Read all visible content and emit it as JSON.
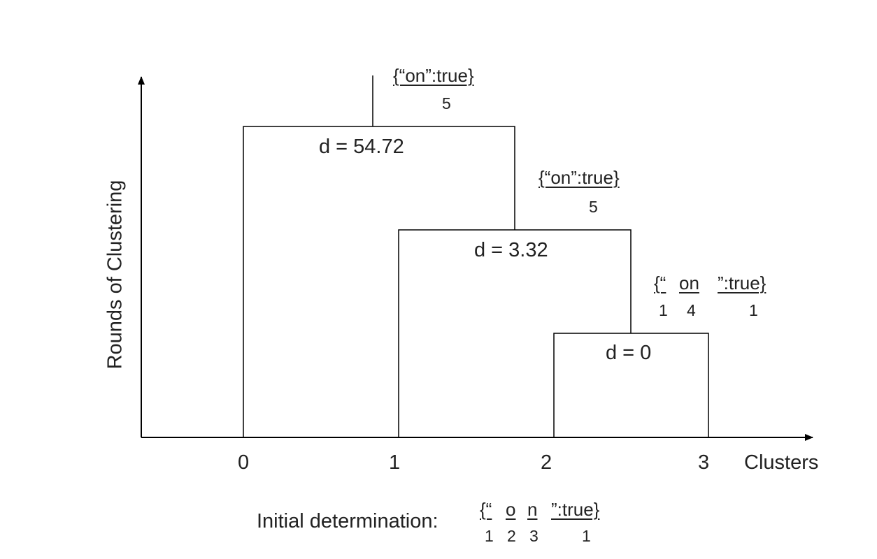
{
  "axes": {
    "y_label": "Rounds of Clustering",
    "x_label": "Clusters",
    "x_ticks": [
      "0",
      "1",
      "2",
      "3"
    ]
  },
  "merges": [
    {
      "distance_label": "d = 54.72",
      "string_parts": [
        {
          "text": "{“on”:true}",
          "count": "5"
        }
      ]
    },
    {
      "distance_label": "d = 3.32",
      "string_parts": [
        {
          "text": "{“on”:true}",
          "count": "5"
        }
      ]
    },
    {
      "distance_label": "d = 0",
      "string_parts": [
        {
          "text": "{“",
          "count": "1"
        },
        {
          "text": "on",
          "count": "4"
        },
        {
          "text": "”:true}",
          "count": "1"
        }
      ]
    }
  ],
  "initial": {
    "label": "Initial determination:",
    "string_parts": [
      {
        "text": "{“",
        "count": "1"
      },
      {
        "text": "o",
        "count": "2"
      },
      {
        "text": "n",
        "count": "3"
      },
      {
        "text": "”:true}",
        "count": "1"
      }
    ]
  },
  "colors": {
    "line": "#000000",
    "text": "#222222"
  }
}
